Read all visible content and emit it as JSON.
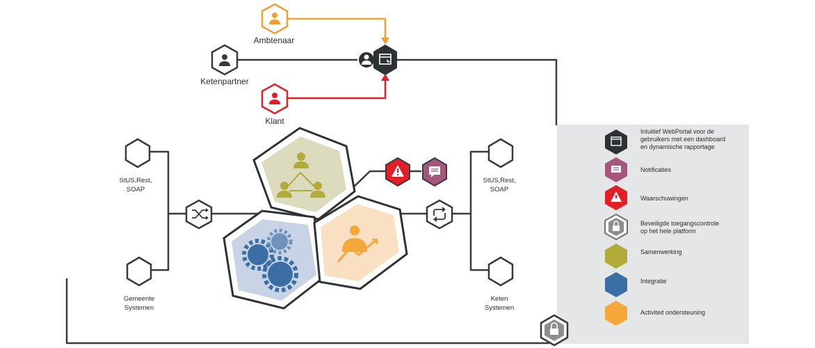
{
  "colors": {
    "line": "#3a3a3a",
    "amber": "#f0a030",
    "red": "#e41e26",
    "purple": "#a5567a",
    "olive": "#b1ab3a",
    "blue": "#3b6ea5",
    "orange": "#f5a83a",
    "gray_panel": "#e5e6e7",
    "dark": "#2f3235"
  },
  "actors": {
    "ambtenaar": "Ambtenaar",
    "ketenpartner": "Ketenpartner",
    "klant": "Klant"
  },
  "left": {
    "protocol_line1": "StUS,Rest,",
    "protocol_line2": "SOAP",
    "systems_line1": "Gemeente",
    "systems_line2": "Systemen"
  },
  "right": {
    "protocol_line1": "StUS,Rest,",
    "protocol_line2": "SOAP",
    "systems_line1": "Keten",
    "systems_line2": "Systemen"
  },
  "legend": [
    {
      "icon": "portal-icon",
      "lines": [
        "Intuitief WebPortal voor de",
        "gebruikers met een dashboard",
        "en dynamische rapportage"
      ]
    },
    {
      "icon": "notification-icon",
      "lines": [
        "Notificaties"
      ]
    },
    {
      "icon": "warning-icon",
      "lines": [
        "Waarschuwingen"
      ]
    },
    {
      "icon": "lock-icon",
      "lines": [
        "Beveiligde toegangscontrole",
        "op het hele platform"
      ]
    },
    {
      "icon": "collaboration-hex",
      "lines": [
        "Samenwerking"
      ]
    },
    {
      "icon": "integration-hex",
      "lines": [
        "Integratie"
      ]
    },
    {
      "icon": "activity-hex",
      "lines": [
        "Activiteit ondersteuning"
      ]
    }
  ]
}
